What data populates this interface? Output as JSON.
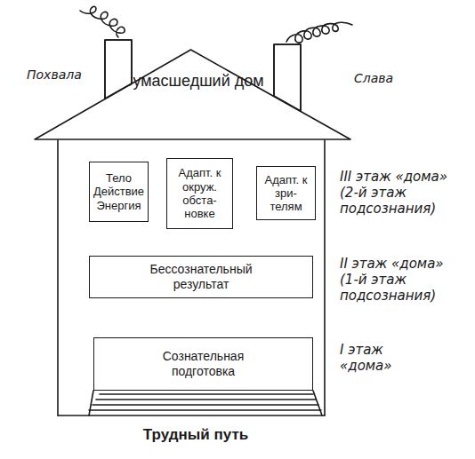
{
  "diagram": {
    "nodes": [
      {
        "text": [
          "Сумасшедший дом"
        ]
      },
      {
        "text": [
          "Тело Действие Энергия"
        ]
      },
      {
        "text": [
          "Адапт. к окруж. обста- новке"
        ]
      },
      {
        "text": [
          "Адапт. к зри- телям"
        ]
      },
      {
        "text": [
          "Бессознательный результат"
        ]
      },
      {
        "text": [
          "Сознательная подготовка"
        ]
      }
    ],
    "labels": [
      "Похвала",
      "Слава",
      "III этаж «дома» (2-й этаж подсознания)",
      "II этаж «дома» (1-й этаж подсознания)",
      "I этаж «дома»",
      "Трудный путь"
    ]
  }
}
